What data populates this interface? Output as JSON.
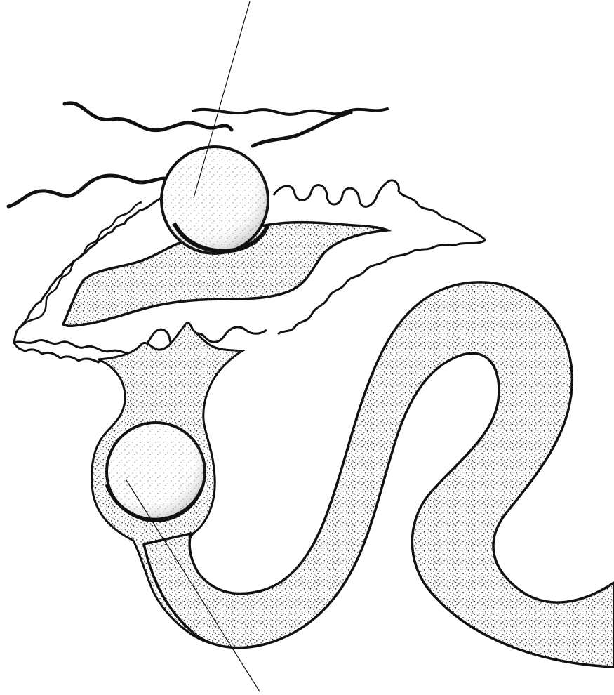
{
  "illustration": {
    "style": "black ink stipple line drawing on white",
    "ink_color": "#111111",
    "paper_color": "#ffffff",
    "elements": [
      "axis-line",
      "top-wavy-lines",
      "upper-stippled-mass",
      "left-fringed-membrane",
      "right-fringed-membrane",
      "upper-sphere",
      "lower-stippled-body",
      "lower-sphere",
      "stippled-tube"
    ]
  }
}
